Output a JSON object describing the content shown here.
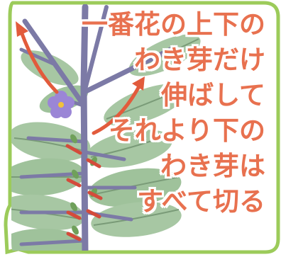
{
  "caption": {
    "lines": [
      "一番花の上下の",
      "わき芽だけ",
      "伸ばして",
      "それより下の",
      "わき芽は",
      "すべて切る"
    ]
  },
  "colors": {
    "frame": "#9ccb5a",
    "text": "#e8714f",
    "stem": "#7c7aa6",
    "leaf": "#a7c7a3",
    "leaf_dark": "#8fb58b",
    "cut_mark": "#d44b3b",
    "flower": "#9b86d6",
    "arrow": "#e25b3c"
  },
  "icons": [
    "eggplant-plant-illustration",
    "flower-icon",
    "arrow-icon",
    "cut-mark-icon"
  ]
}
